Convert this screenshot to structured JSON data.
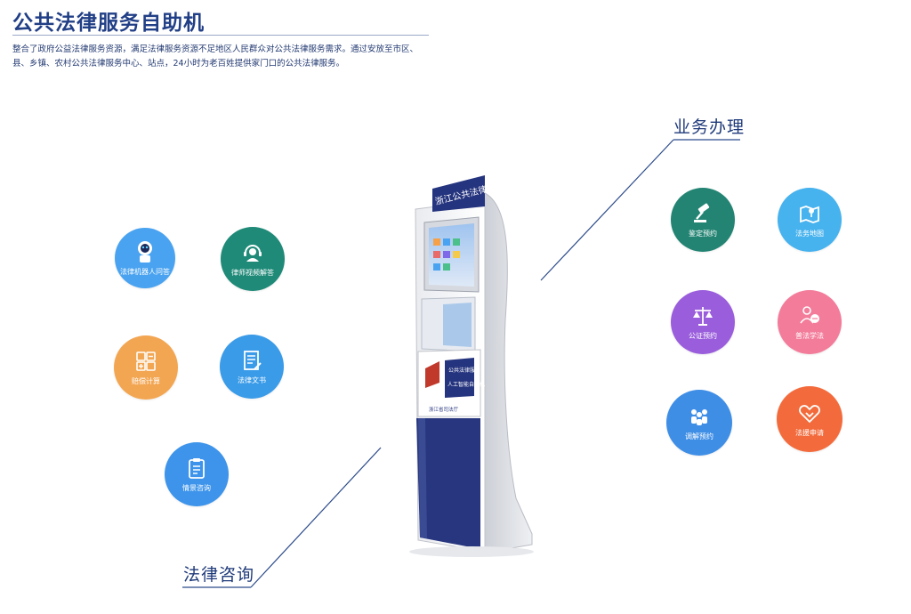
{
  "page": {
    "title": "公共法律服务自助机",
    "description": "整合了政府公益法律服务资源，满足法律服务资源不足地区人民群众对公共法律服务需求。通过安放至市区、县、乡镇、农村公共法律服务中心、站点，24小时为老百姓提供家门口的公共法律服务。"
  },
  "sections": {
    "business": "业务办理",
    "consult": "法律咨询"
  },
  "kiosk": {
    "header_text": "浙江公共法律服务",
    "panel_text_1": "公共法律服务",
    "panel_text_2": "人工智能自助机",
    "footer_text": "浙江省司法厅"
  },
  "consult_items": [
    {
      "label": "法律机器人问答",
      "icon": "robot-icon",
      "color": "#4aa3f0"
    },
    {
      "label": "律师视频解答",
      "icon": "headset-icon",
      "color": "#1f8a78"
    },
    {
      "label": "赔偿计算",
      "icon": "calculator-icon",
      "color": "#f3a652"
    },
    {
      "label": "法律文书",
      "icon": "document-icon",
      "color": "#3a9be8"
    },
    {
      "label": "情景咨询",
      "icon": "clipboard-icon",
      "color": "#3d94ea"
    }
  ],
  "business_items": [
    {
      "label": "鉴定预约",
      "icon": "gavel-icon",
      "color": "#238473"
    },
    {
      "label": "法务地图",
      "icon": "map-icon",
      "color": "#46b2ee"
    },
    {
      "label": "公证预约",
      "icon": "scales-icon",
      "color": "#9a5ddc"
    },
    {
      "label": "普法学法",
      "icon": "person-scales-icon",
      "color": "#f37c9a"
    },
    {
      "label": "调解预约",
      "icon": "group-icon",
      "color": "#3f8ee6"
    },
    {
      "label": "法援申请",
      "icon": "handshake-icon",
      "color": "#f36b3c"
    }
  ]
}
